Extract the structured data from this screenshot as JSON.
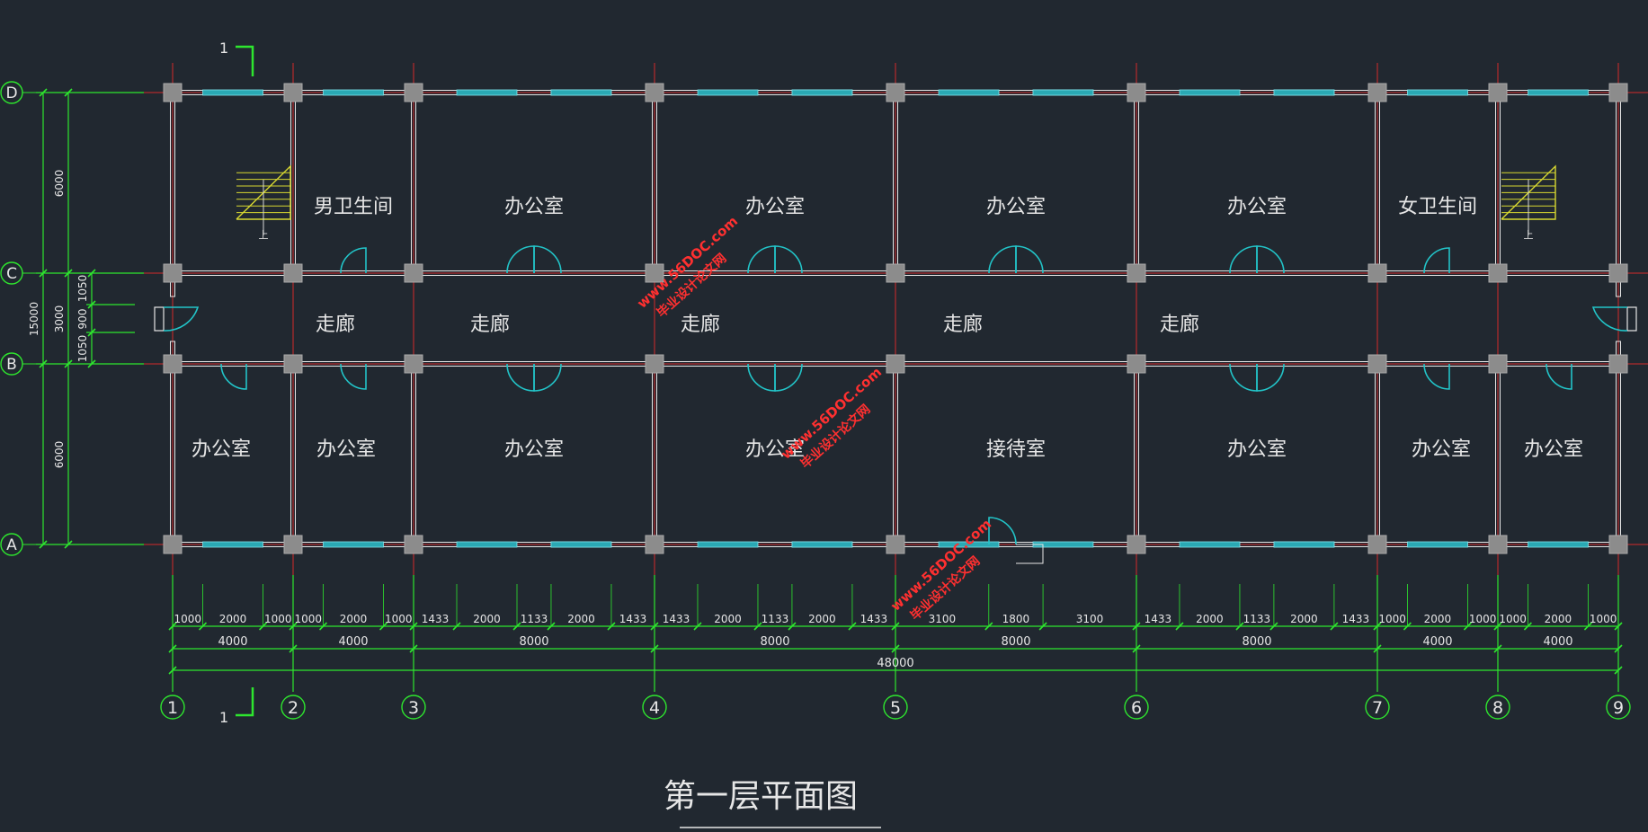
{
  "drawing": {
    "title": "第一层平面图",
    "section_mark": "1",
    "colors": {
      "background": "#212830",
      "axis": "#d22a2a",
      "wall": "#e6e6e6",
      "column": "#8c8c8c",
      "window": "#2aa9b4",
      "door": "#22c4c8",
      "dimension": "#2ee62e",
      "stair": "#d8d830",
      "text": "#e6e6e6",
      "watermark": "#ff3030"
    },
    "axes_x": [
      "1",
      "2",
      "3",
      "4",
      "5",
      "6",
      "7",
      "8",
      "9"
    ],
    "axes_y": [
      "D",
      "C",
      "B",
      "A"
    ],
    "rooms_top": [
      "男卫生间",
      "办公室",
      "办公室",
      "办公室",
      "办公室",
      "女卫生间"
    ],
    "corridor": [
      "走廊",
      "走廊",
      "走廊",
      "走廊",
      "走廊"
    ],
    "rooms_bottom": [
      "办公室",
      "办公室",
      "办公室",
      "办公室",
      "接待室",
      "办公室",
      "办公室",
      "办公室"
    ],
    "stair_label": "上",
    "left_dims": {
      "span_top": "6000",
      "span_bottom": "6000",
      "total": "15000",
      "corridor": "3000",
      "door_parts": [
        "1050",
        "900",
        "1050"
      ]
    },
    "dims_row1": [
      "1000",
      "2000",
      "1000",
      "1000",
      "2000",
      "1000",
      "1433",
      "2000",
      "1133",
      "2000",
      "1433",
      "1433",
      "2000",
      "1133",
      "2000",
      "1433",
      "3100",
      "1800",
      "3100",
      "1433",
      "2000",
      "1133",
      "2000",
      "1433",
      "1000",
      "2000",
      "1000",
      "1000",
      "2000",
      "1000"
    ],
    "dims_row2": [
      "4000",
      "4000",
      "8000",
      "8000",
      "8000",
      "8000",
      "4000",
      "4000"
    ],
    "dims_total": "48000",
    "watermark": {
      "site": "毕业设计论文网",
      "url": "www.56DOC.com"
    }
  }
}
